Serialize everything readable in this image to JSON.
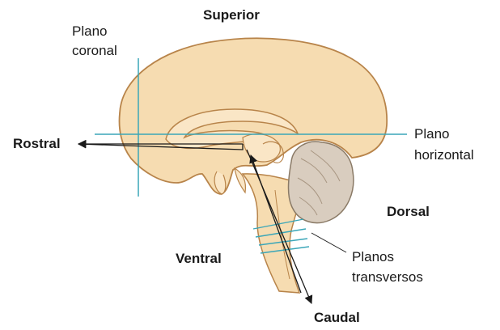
{
  "labels": {
    "superior": "Superior",
    "plano_coronal_1": "Plano",
    "plano_coronal_2": "coronal",
    "rostral": "Rostral",
    "plano_horizontal_1": "Plano",
    "plano_horizontal_2": "horizontal",
    "dorsal": "Dorsal",
    "ventral": "Ventral",
    "planos_transversos_1": "Planos",
    "planos_transversos_2": "transversos",
    "caudal": "Caudal"
  },
  "colors": {
    "brain_fill": "#f6dcb1",
    "brain_stroke": "#b8844a",
    "inner_fill": "#fae6c6",
    "cerebellum_fill": "#d9cdbf",
    "cerebellum_stroke": "#8a7a66",
    "plane_line": "#3aa6b8",
    "arrow": "#1a1a1a"
  }
}
